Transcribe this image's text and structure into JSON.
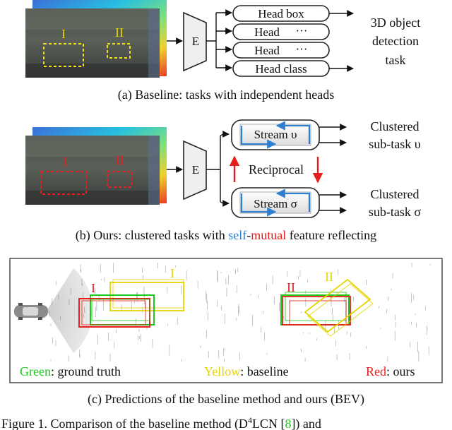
{
  "panel_a": {
    "heads": [
      "Head box",
      "Head",
      "Head",
      "Head class"
    ],
    "head_dots": [
      "",
      "···",
      "···",
      ""
    ],
    "encoder_label": "E",
    "object_labels": [
      "I",
      "II"
    ],
    "task_label": [
      "3D object",
      "detection",
      "task"
    ],
    "caption": "(a) Baseline: tasks with independent heads"
  },
  "panel_b": {
    "encoder_label": "E",
    "object_labels": [
      "I",
      "II"
    ],
    "stream_upsilon": "Stream υ",
    "stream_sigma": "Stream σ",
    "reciprocal": "Reciprocal",
    "out_upsilon": [
      "Clustered",
      "sub-task υ"
    ],
    "out_sigma": [
      "Clustered",
      "sub-task σ"
    ],
    "caption_prefix": "(b) Ours: clustered tasks with ",
    "caption_self": "self",
    "caption_dash": "-",
    "caption_mutual": "mutual",
    "caption_suffix": " feature reflecting"
  },
  "panel_c": {
    "labels_yellow": [
      "I",
      "II"
    ],
    "labels_red": [
      "I",
      "II"
    ],
    "legend_green_key": "Green",
    "legend_green_text": ": ground truth",
    "legend_yellow_key": "Yellow",
    "legend_yellow_text": ": baseline",
    "legend_red_key": "Red",
    "legend_red_text": ": ours",
    "caption": "(c) Predictions of the baseline method and ours (BEV)"
  },
  "figure_caption": {
    "prefix": "Figure 1.  Comparison of the baseline method (D",
    "sup": "4",
    "mid": "LCN [",
    "ref": "8",
    "suffix": "]) and"
  },
  "colors": {
    "green": "#1ec81e",
    "yellow": "#e6d400",
    "red": "#e81d1d",
    "blue": "#2f7fd0",
    "self_blue": "#2f7fd0",
    "mutual_red": "#e81d1d"
  }
}
